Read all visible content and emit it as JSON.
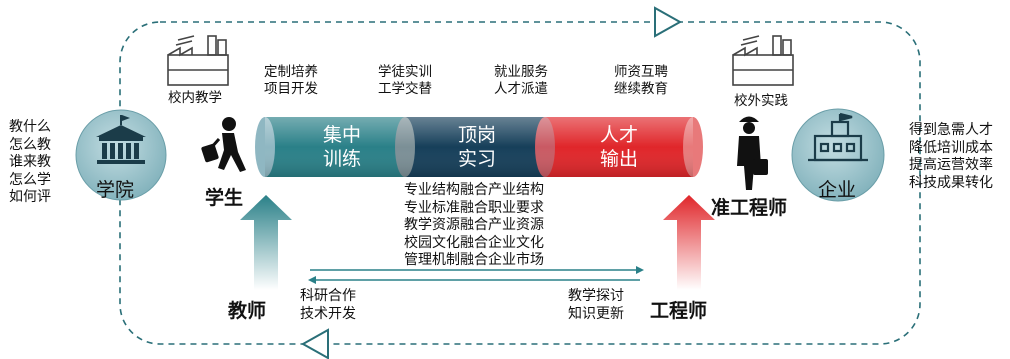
{
  "left_questions": "教什么\n怎么教\n谁来教\n怎么学\n如何评",
  "right_outcomes": "得到急需人才\n降低培训成本\n提高运营效率\n科技成果转化",
  "nodes": {
    "college": "学院",
    "enterprise": "企业",
    "student": "学生",
    "engineer_candidate": "准工程师",
    "teacher": "教师",
    "engineer": "工程师"
  },
  "labels": {
    "in_school": "校内教学",
    "off_campus": "校外实践"
  },
  "top_items": [
    {
      "line1": "定制培养",
      "line2": "项目开发"
    },
    {
      "line1": "学徒实训",
      "line2": "工学交替"
    },
    {
      "line1": "就业服务",
      "line2": "人才派遣"
    },
    {
      "line1": "师资互聘",
      "line2": "继续教育"
    }
  ],
  "pipe_segments": [
    {
      "line1": "集中",
      "line2": "训练"
    },
    {
      "line1": "顶岗",
      "line2": "实习"
    },
    {
      "line1": "人才",
      "line2": "输出"
    }
  ],
  "integration_items": "专业结构融合产业结构\n专业标准融合职业要求\n教学资源融合产业资源\n校园文化融合企业文化\n管理机制融合企业市场",
  "exchange_left": "科研合作\n技术开发",
  "exchange_right": "教学探讨\n知识更新",
  "colors": {
    "teal": "#2a8088",
    "dark_teal": "#163f5a",
    "red": "#e0262a",
    "circle": "#9dc4cc"
  }
}
